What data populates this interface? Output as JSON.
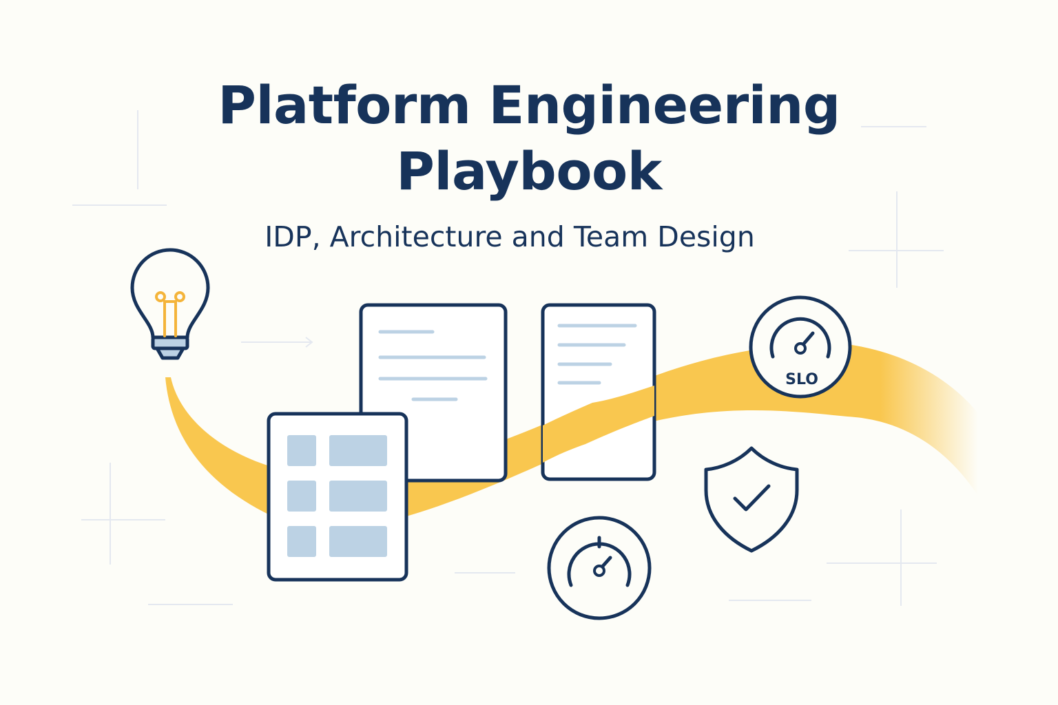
{
  "title": {
    "line1": "Platform Engineering",
    "line2": "Playbook"
  },
  "subtitle": "IDP, Architecture and Team Design",
  "icons": {
    "slo_gauge_label": "SLO",
    "items": [
      "lightbulb-icon",
      "document-icon",
      "document-icon",
      "table-icon",
      "slo-gauge-icon",
      "shield-check-icon",
      "gauge-icon"
    ]
  },
  "colors": {
    "background": "#fdfdf8",
    "navy": "#17335a",
    "accent_yellow": "#f9c74f",
    "panel_blue": "#bcd2e4",
    "grid_line": "#e4e8f0"
  }
}
